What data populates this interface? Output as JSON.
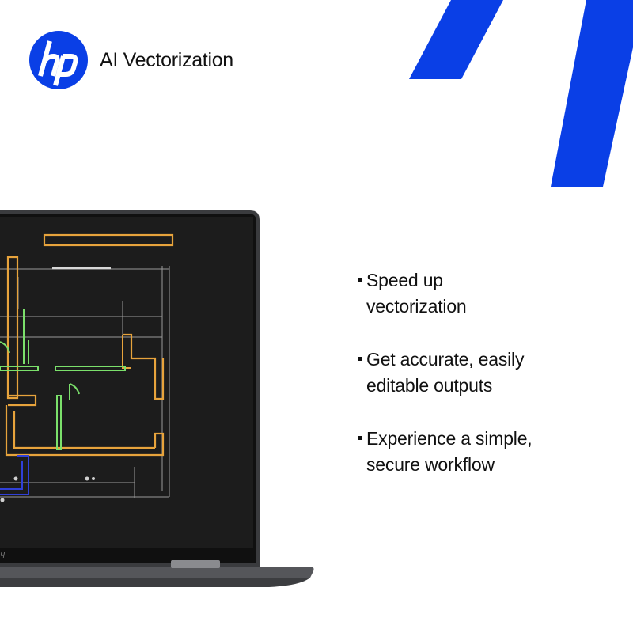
{
  "brand": {
    "logo_text": "hp",
    "title": "AI Vectorization",
    "accent_color": "#0A3FE6"
  },
  "features": [
    {
      "line1": "Speed up",
      "line2": "vectorization"
    },
    {
      "line1": "Get accurate, easily",
      "line2": "editable outputs"
    },
    {
      "line1": "Experience a simple,",
      "line2": "secure workflow"
    }
  ],
  "laptop": {
    "screen_content": "cad-floor-plan",
    "colors": {
      "screen": "#1c1c1c",
      "body": "#4a4b4f",
      "orange": "#e7a33c",
      "green": "#7be06b",
      "blue": "#3040d8",
      "gray": "#9a9a9a"
    }
  }
}
